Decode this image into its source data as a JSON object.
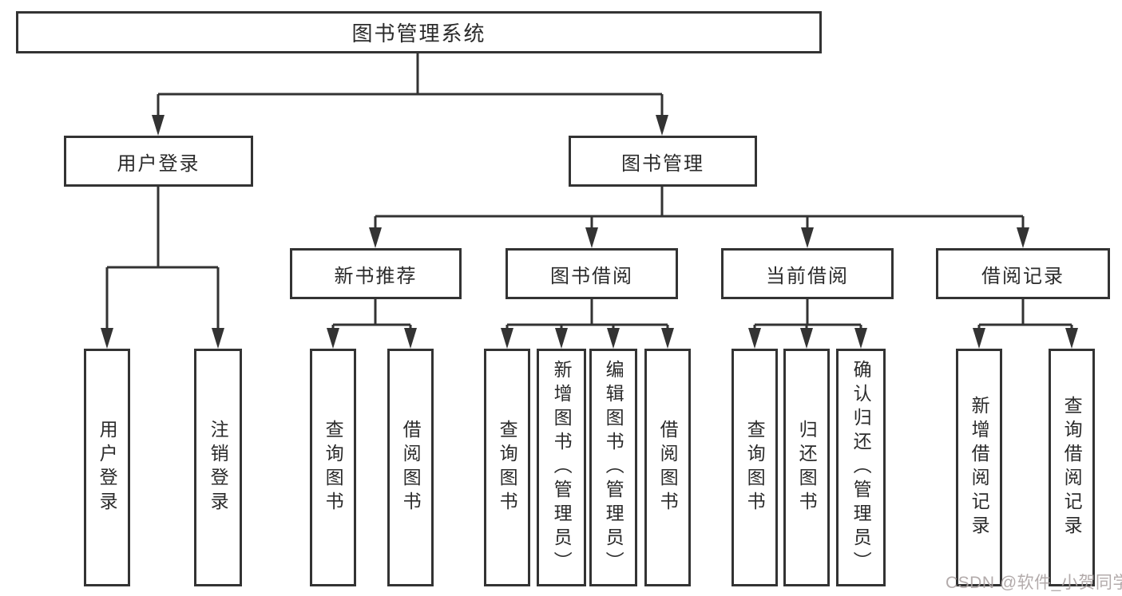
{
  "diagram_title": "图书管理系统",
  "tree": {
    "label": "图书管理系统",
    "children": [
      {
        "label": "用户登录",
        "children": [
          {
            "label": "用户登录"
          },
          {
            "label": "注销登录"
          }
        ]
      },
      {
        "label": "图书管理",
        "children": [
          {
            "label": "新书推荐",
            "children": [
              {
                "label": "查询图书"
              },
              {
                "label": "借阅图书"
              }
            ]
          },
          {
            "label": "图书借阅",
            "children": [
              {
                "label": "查询图书"
              },
              {
                "label": "新增图书（管理员）"
              },
              {
                "label": "编辑图书（管理员）"
              },
              {
                "label": "借阅图书"
              }
            ]
          },
          {
            "label": "当前借阅",
            "children": [
              {
                "label": "查询图书"
              },
              {
                "label": "归还图书"
              },
              {
                "label": "确认归还（管理员）"
              }
            ]
          },
          {
            "label": "借阅记录",
            "children": [
              {
                "label": "新增借阅记录"
              },
              {
                "label": "查询借阅记录"
              }
            ]
          }
        ]
      }
    ]
  },
  "watermark": {
    "text": "CSDN @软件_小贺同学"
  },
  "colors": {
    "line": "#333333",
    "box_border": "#333333",
    "text": "#2b2b2b",
    "background": "#ffffff",
    "watermark": "#aba3a3"
  }
}
